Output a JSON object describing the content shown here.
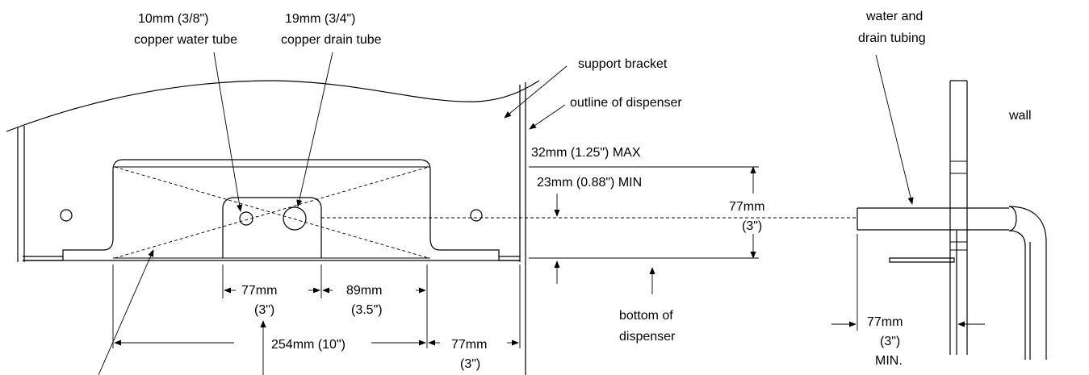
{
  "labels": {
    "water_tube_line1": "10mm (3/8\")",
    "water_tube_line2": "copper water tube",
    "drain_tube_line1": "19mm (3/4\")",
    "drain_tube_line2": "copper drain tube",
    "support_bracket": "support bracket",
    "outline_of_dispenser": "outline of dispenser",
    "max_line": "32mm (1.25\") MAX",
    "min_line": "23mm (0.88\") MIN",
    "height_line1": "77mm",
    "height_line2": "(3\")",
    "tubing_line1": "water and",
    "tubing_line2": "drain tubing",
    "wall": "wall",
    "dim_77_left_line1": "77mm",
    "dim_77_left_line2": "(3\")",
    "dim_89_line1": "89mm",
    "dim_89_line2": "(3.5\")",
    "dim_254": "254mm (10\")",
    "dim_77_right_line1": "77mm",
    "dim_77_right_line2": "(3\")",
    "bottom_line1": "bottom of",
    "bottom_line2": "dispenser",
    "wall_dim_line1": "77mm",
    "wall_dim_line2": "(3\")",
    "wall_dim_line3": "MIN."
  }
}
